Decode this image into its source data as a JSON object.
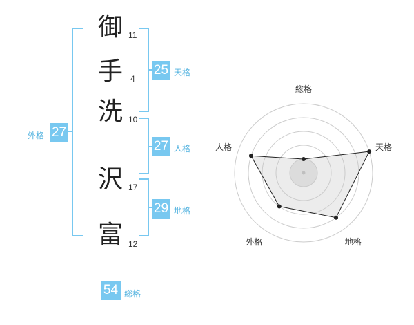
{
  "name": {
    "chars": [
      {
        "char": "御",
        "strokes": "11"
      },
      {
        "char": "手",
        "strokes": "4"
      },
      {
        "char": "洗",
        "strokes": "10"
      },
      {
        "char": "沢",
        "strokes": "17"
      },
      {
        "char": "富",
        "strokes": "12"
      }
    ]
  },
  "kaku": {
    "tenkaku": {
      "value": "25",
      "label": "天格"
    },
    "jinkaku": {
      "value": "27",
      "label": "人格"
    },
    "chikaku": {
      "value": "29",
      "label": "地格"
    },
    "gaikaku": {
      "value": "27",
      "label": "外格"
    },
    "soukaku": {
      "value": "54",
      "label": "総格"
    }
  },
  "colors": {
    "accent": "#78c8f0",
    "accent_text": "#56b4e0",
    "radar_fill": "#eeeeee",
    "radar_line": "#222222"
  },
  "chart_data": {
    "type": "radar",
    "axes": [
      "総格",
      "天格",
      "地格",
      "外格",
      "人格"
    ],
    "values": [
      1,
      5,
      4,
      3,
      4
    ],
    "max": 5
  }
}
